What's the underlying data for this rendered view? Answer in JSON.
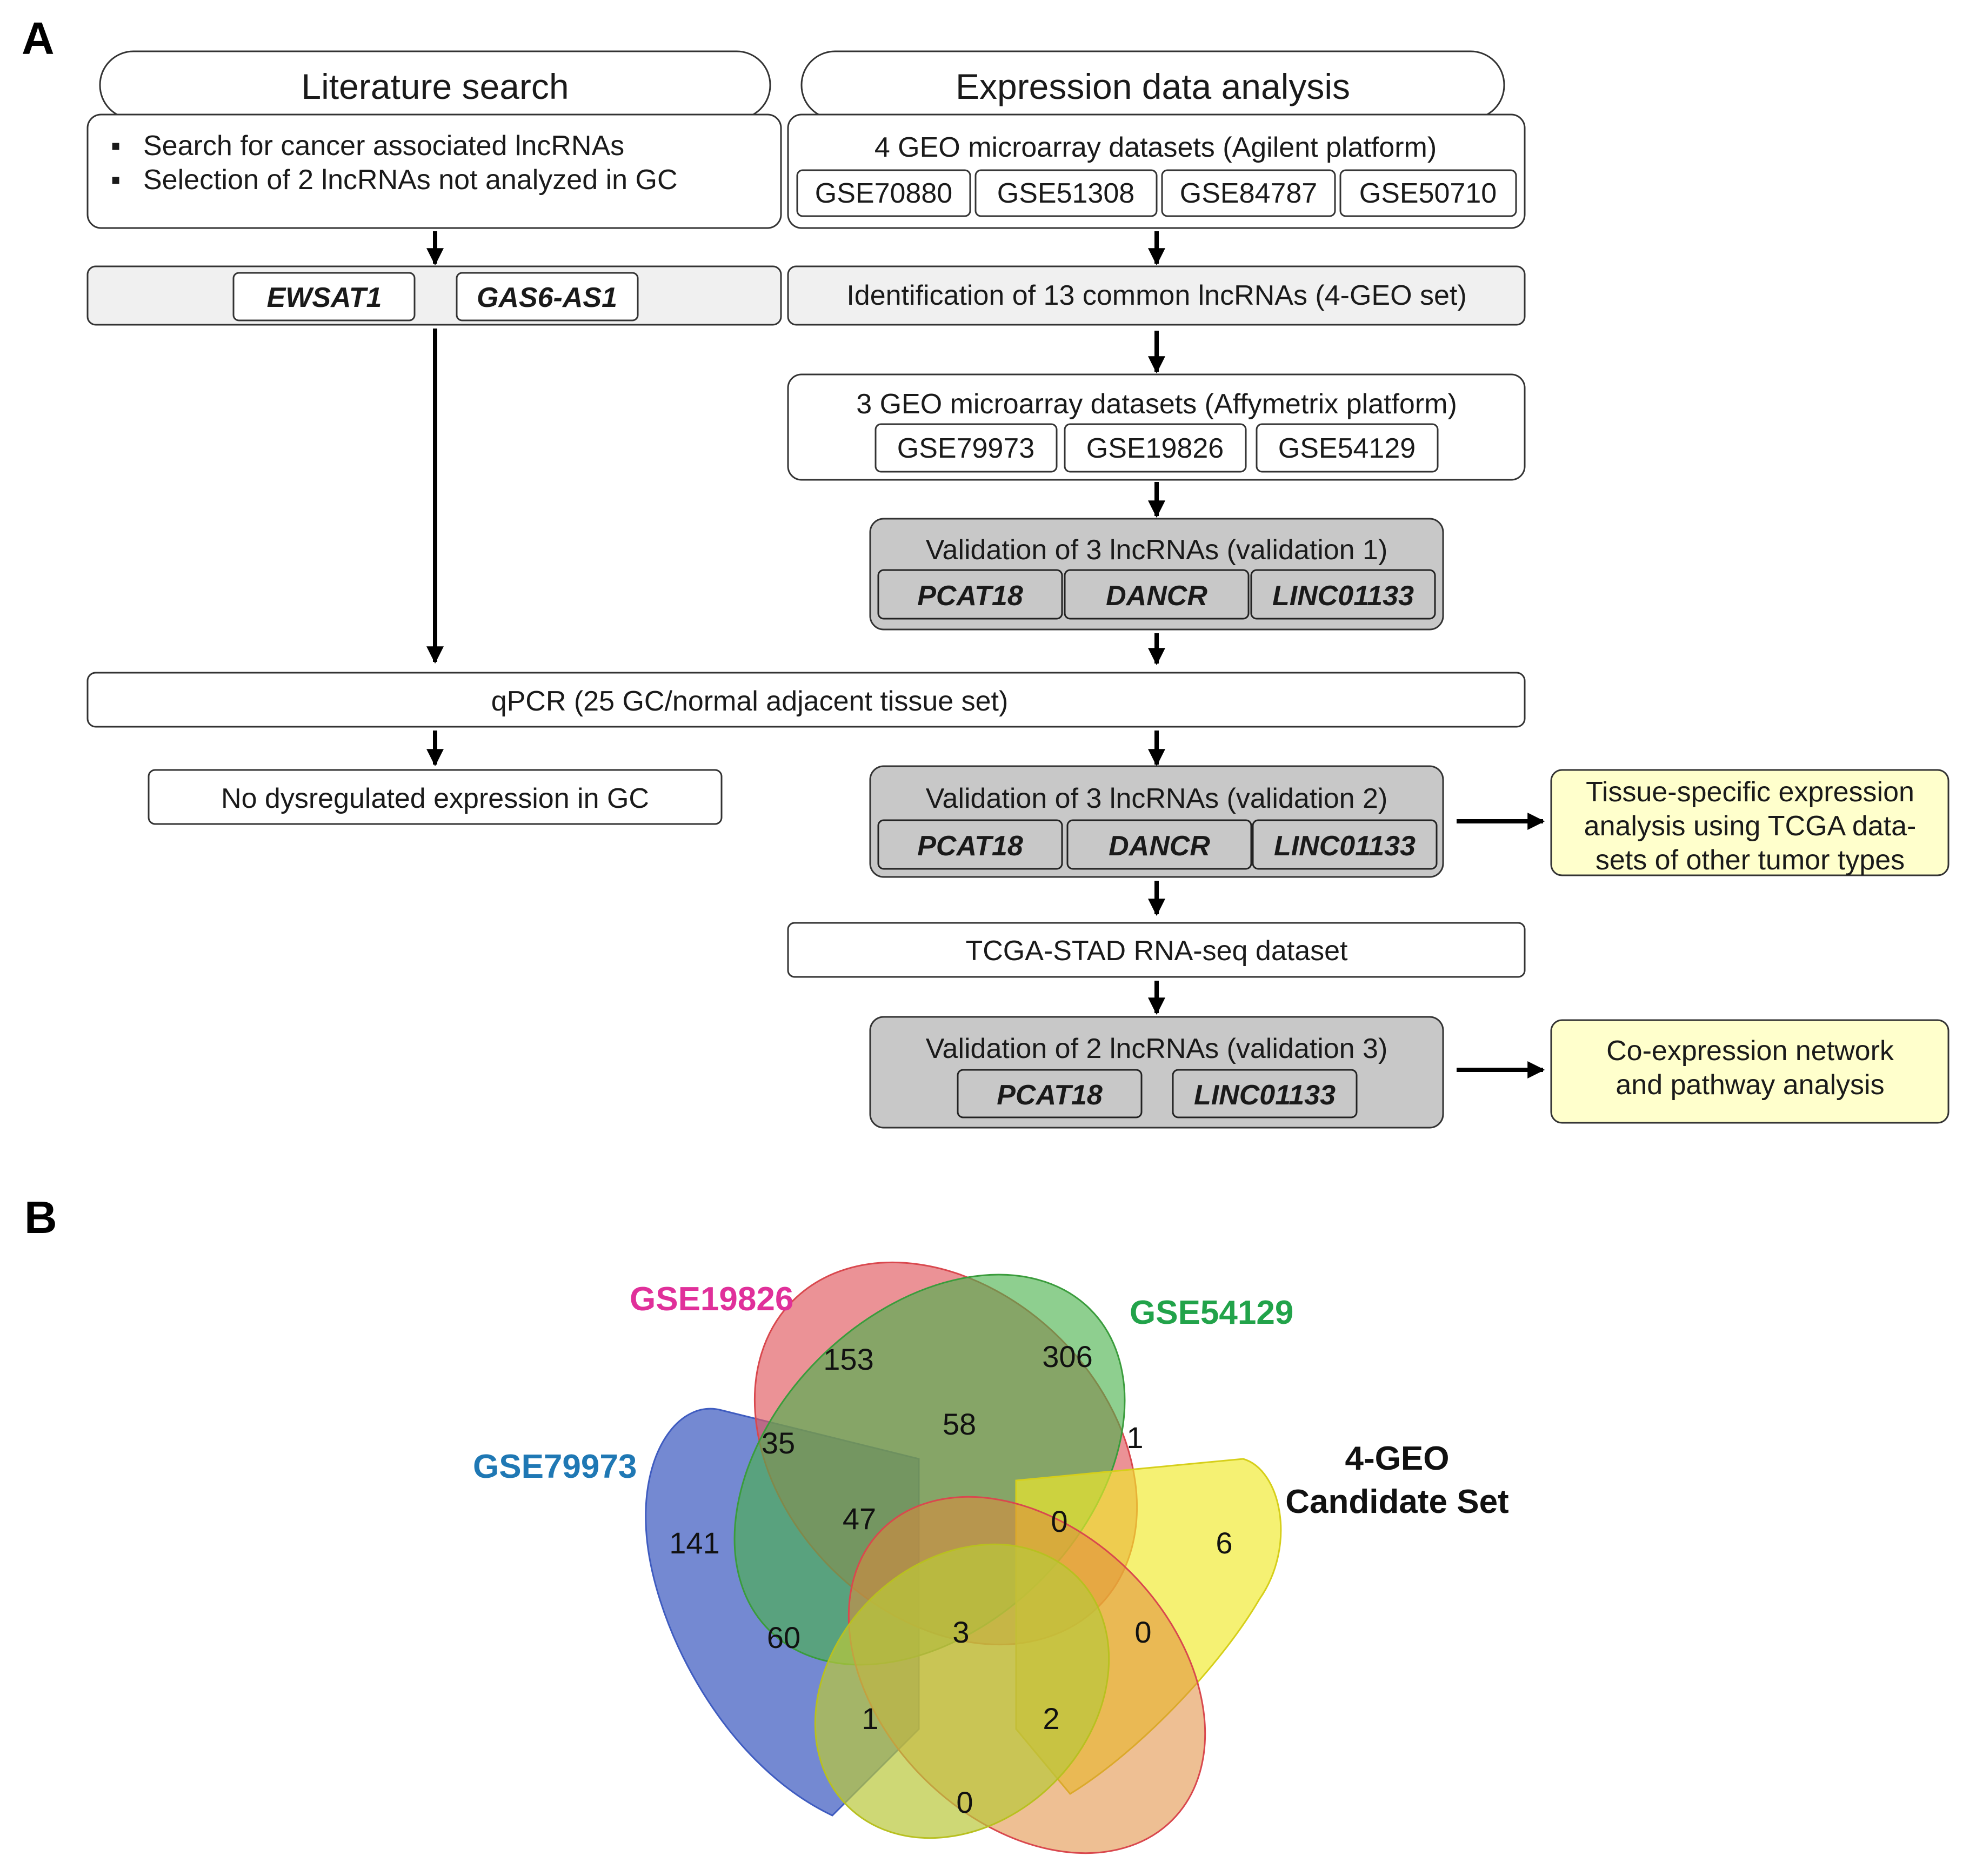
{
  "panel_a": {
    "label": "A",
    "literature_header": "Literature search",
    "expression_header": "Expression data analysis",
    "lit_bullets": [
      "Search for cancer associated lncRNAs",
      "Selection of  2 lncRNAs not analyzed  in GC"
    ],
    "bullet_char": "▪",
    "lit_genes": [
      "EWSAT1",
      "GAS6-AS1"
    ],
    "geo4_title": "4 GEO microarray datasets (Agilent platform)",
    "geo4_sets": [
      "GSE70880",
      "GSE51308",
      "GSE84787",
      "GSE50710"
    ],
    "common_step": "Identification  of 13 common lncRNAs (4-GEO set)",
    "geo3_title": "3 GEO microarray datasets (Affymetrix  platform)",
    "geo3_sets": [
      "GSE79973",
      "GSE19826",
      "GSE54129"
    ],
    "validation1_title": "Validation of 3 lncRNAs  (validation  1)",
    "validation1_genes": [
      "PCAT18",
      "DANCR",
      "LINC01133"
    ],
    "qpcr_step": "qPCR (25 GC/normal adjacent tissue set)",
    "no_dysreg": "No dysregulated expression in GC",
    "validation2_title": "Validation of 3 lncRNAs  (validation  2)",
    "validation2_genes": [
      "PCAT18",
      "DANCR",
      "LINC01133"
    ],
    "tissue_note": [
      "Tissue-specific expression",
      "analysis using TCGA data-",
      "sets of other tumor  types"
    ],
    "tcga_step": "TCGA-STAD RNA-seq dataset",
    "validation3_title": "Validation of 2 lncRNAs  (validation  3)",
    "validation3_genes": [
      "PCAT18",
      "LINC01133"
    ],
    "network_note": [
      "Co-expression network",
      "and pathway analysis"
    ],
    "colors": {
      "dark_box": "#c8c8c8",
      "light_box": "#f0f0f0",
      "note_box": "#ffffcc"
    }
  },
  "panel_b": {
    "label": "B",
    "sets": [
      {
        "name": "GSE19826",
        "color": "#e0309a",
        "fill": "#e05a5f"
      },
      {
        "name": "GSE54129",
        "color": "#22a34a",
        "fill": "#48b24a"
      },
      {
        "name": "GSE79973",
        "color": "#1f78b4",
        "fill": "#3f5cc0"
      },
      {
        "name_lines": [
          "4-GEO",
          "Candidate Set"
        ],
        "color": "#111111",
        "fill": "#f0ea2a"
      }
    ],
    "regions": {
      "r153": "153",
      "r306": "306",
      "r35": "35",
      "r58": "58",
      "r1a": "1",
      "r141": "141",
      "r47": "47",
      "r0a": "0",
      "r6": "6",
      "r3": "3",
      "r60": "60",
      "r0b": "0",
      "r1b": "1",
      "r2": "2",
      "r0c": "0"
    }
  }
}
